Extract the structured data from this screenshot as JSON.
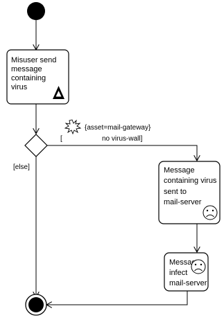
{
  "diagram": {
    "type": "activity",
    "nodes": {
      "start": {
        "kind": "initial"
      },
      "misuser_action": {
        "kind": "action",
        "lines": [
          "Misuser send",
          "message",
          "containing",
          "virus"
        ],
        "icon": "warning-triangle-icon"
      },
      "decision": {
        "kind": "decision"
      },
      "msg_sent": {
        "kind": "action",
        "lines": [
          "Message",
          "containing virus",
          "sent to",
          "mail-server"
        ],
        "icon": "sad-face-icon"
      },
      "msg_infect": {
        "kind": "action",
        "lines": [
          "Message",
          "infect",
          "mail-server"
        ],
        "icon": "sad-face-icon"
      },
      "end": {
        "kind": "final"
      }
    },
    "edges": {
      "guard_bracket_open": "[",
      "guard_asset": "{asset=mail-gateway}",
      "guard_condition": "no virus-wall]",
      "guard_icon": "explosion-icon",
      "else_label": "[else]"
    }
  }
}
